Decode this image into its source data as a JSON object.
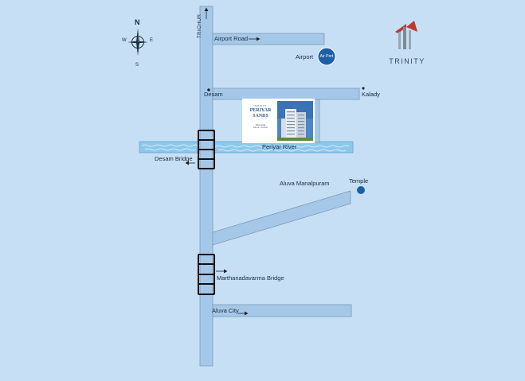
{
  "brand": {
    "name": "TRINITY"
  },
  "compass": {
    "n": "N",
    "s": "S",
    "e": "E",
    "w": "W"
  },
  "roads": {
    "main_road_label": "TRICHUR",
    "airport_road": "Airport Road",
    "aluva_city": "Aluva City",
    "periyar_river": "Periyar River"
  },
  "places": {
    "airport": "Airport",
    "airport_badge": "Air Port",
    "desam": "Desam",
    "kalady": "Kalady",
    "desam_bridge": "Desam Bridge",
    "aluva_manalpuram": "Aluva Manalpuram",
    "temple": "Temple",
    "marthanadavarma_bridge": "Marthanadavarma Bridge"
  },
  "project": {
    "prefix": "TRINITY",
    "name_line1": "PERIYAR",
    "name_line2": "SANDS",
    "sub_line1": "Riverside",
    "sub_line2": "Aluva, Cochin"
  },
  "colors": {
    "background": "#c6dff4",
    "road_fill": "#a6c8e8",
    "road_edge": "#7c9ab8",
    "river": "#8cc8ec",
    "marker_blue": "#1f5fa6",
    "brand_red": "#c0392b"
  }
}
